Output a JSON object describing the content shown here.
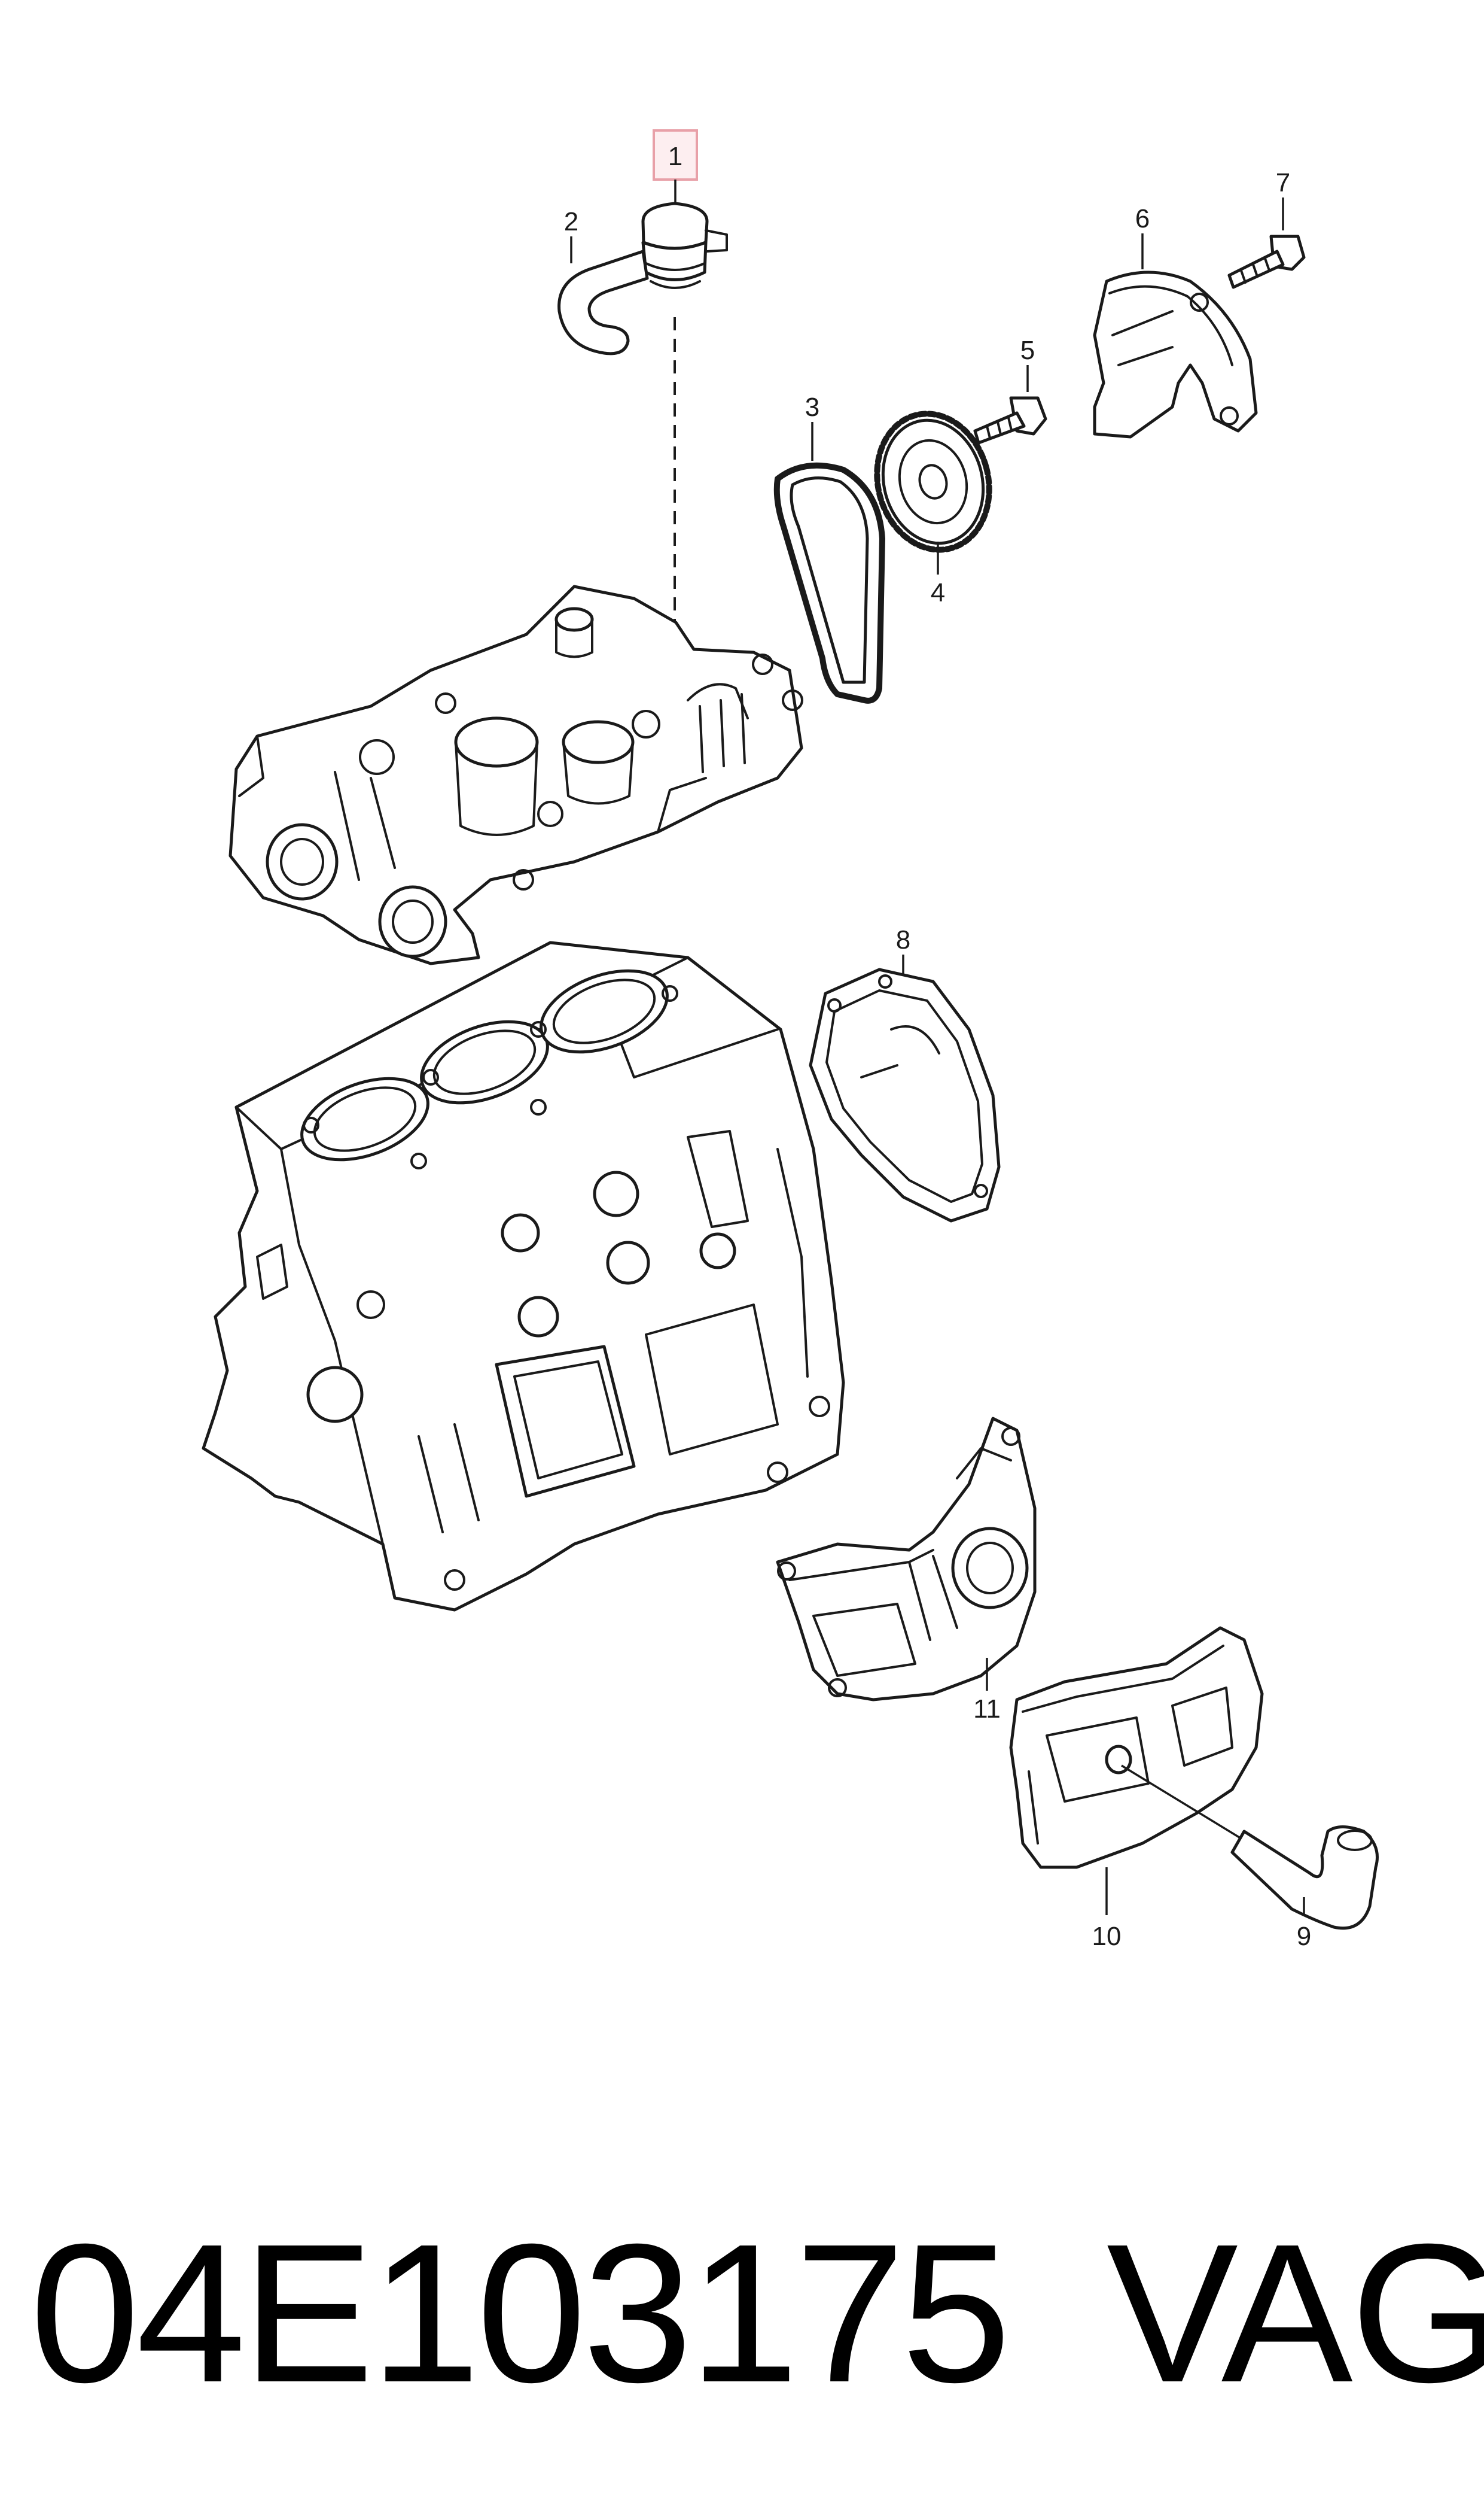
{
  "callouts": {
    "c1": "1",
    "c2": "2",
    "c3": "3",
    "c4": "4",
    "c5": "5",
    "c6": "6",
    "c7": "7",
    "c8": "8",
    "c9": "9",
    "c10": "10",
    "c11": "11"
  },
  "highlighted_callout": "1",
  "part_number": "04E103175",
  "brand": "VAG",
  "colors": {
    "line": "#1a1a1a",
    "highlight_box": "#e8a0a8",
    "highlight_fill": "#fdeef0",
    "background": "#ffffff"
  }
}
